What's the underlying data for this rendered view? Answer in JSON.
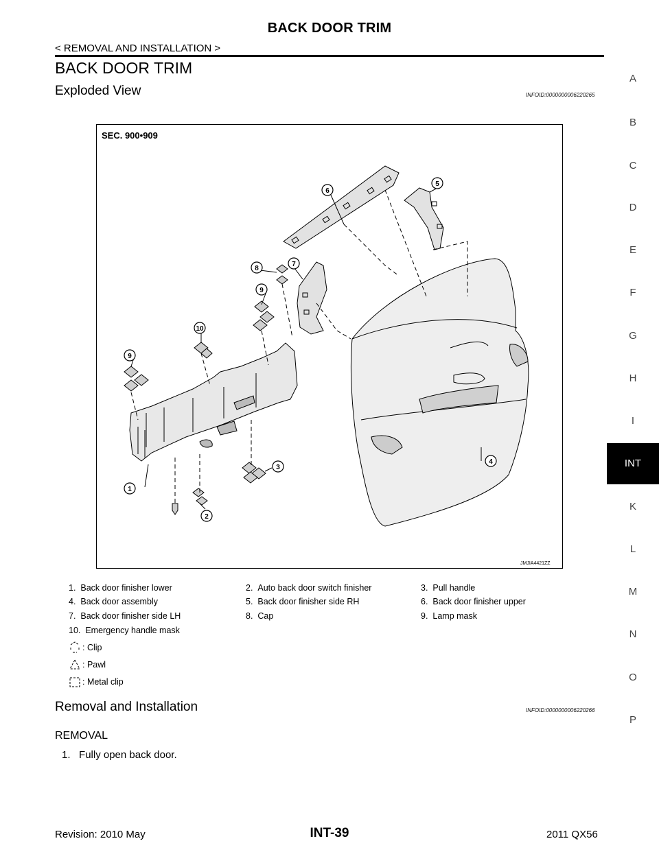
{
  "header": {
    "title": "BACK DOOR TRIM",
    "subtitle": "< REMOVAL AND INSTALLATION >"
  },
  "section_title": "BACK DOOR TRIM",
  "exploded_view": {
    "heading": "Exploded View",
    "infoid": "INFOID:0000000006220265",
    "figure_sec": "SEC. 900•909",
    "figure_code": "JMJIA4421ZZ",
    "callouts": [
      "1",
      "2",
      "3",
      "4",
      "5",
      "6",
      "7",
      "8",
      "9",
      "9",
      "10"
    ]
  },
  "legend": {
    "items": [
      {
        "num": "1.",
        "label": "Back door finisher lower"
      },
      {
        "num": "2.",
        "label": "Auto back door switch finisher"
      },
      {
        "num": "3.",
        "label": "Pull handle"
      },
      {
        "num": "4.",
        "label": "Back door assembly"
      },
      {
        "num": "5.",
        "label": "Back door finisher side RH"
      },
      {
        "num": "6.",
        "label": "Back door finisher upper"
      },
      {
        "num": "7.",
        "label": "Back door finisher side LH"
      },
      {
        "num": "8.",
        "label": "Cap"
      },
      {
        "num": "9.",
        "label": "Lamp mask"
      },
      {
        "num": "10.",
        "label": "Emergency handle mask"
      }
    ],
    "symbols": [
      {
        "icon": "clip-icon",
        "label": ": Clip"
      },
      {
        "icon": "pawl-icon",
        "label": ": Pawl"
      },
      {
        "icon": "metal-clip-icon",
        "label": ": Metal clip"
      }
    ]
  },
  "removal_installation": {
    "heading": "Removal and Installation",
    "infoid": "INFOID:0000000006220266",
    "subheading": "REMOVAL",
    "steps": [
      {
        "num": "1.",
        "text": "Fully open back door."
      }
    ]
  },
  "footer": {
    "revision": "Revision: 2010 May",
    "page": "INT-39",
    "model": "2011 QX56"
  },
  "side_tabs": [
    "A",
    "B",
    "C",
    "D",
    "E",
    "F",
    "G",
    "H",
    "I",
    "INT",
    "K",
    "L",
    "M",
    "N",
    "O",
    "P"
  ],
  "active_tab": "INT"
}
